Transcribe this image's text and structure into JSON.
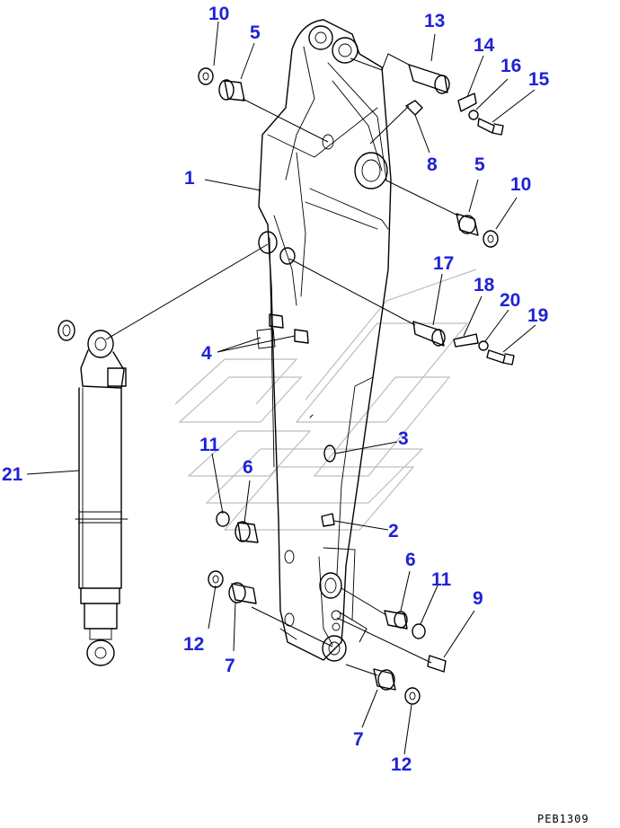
{
  "callouts": {
    "p1": "1",
    "p2": "2",
    "p3": "3",
    "p4": "4",
    "p5a": "5",
    "p5b": "5",
    "p6a": "6",
    "p6b": "6",
    "p7a": "7",
    "p7b": "7",
    "p8": "8",
    "p9": "9",
    "p10a": "10",
    "p10b": "10",
    "p11a": "11",
    "p11b": "11",
    "p12a": "12",
    "p12b": "12",
    "p13": "13",
    "p14": "14",
    "p15": "15",
    "p16": "16",
    "p17": "17",
    "p18": "18",
    "p19": "19",
    "p20": "20",
    "p21": "21"
  },
  "drawing_code": "PEB1309",
  "colors": {
    "callout": "#1f22d6",
    "line": "#000000",
    "watermark": "#bdbdbd"
  }
}
